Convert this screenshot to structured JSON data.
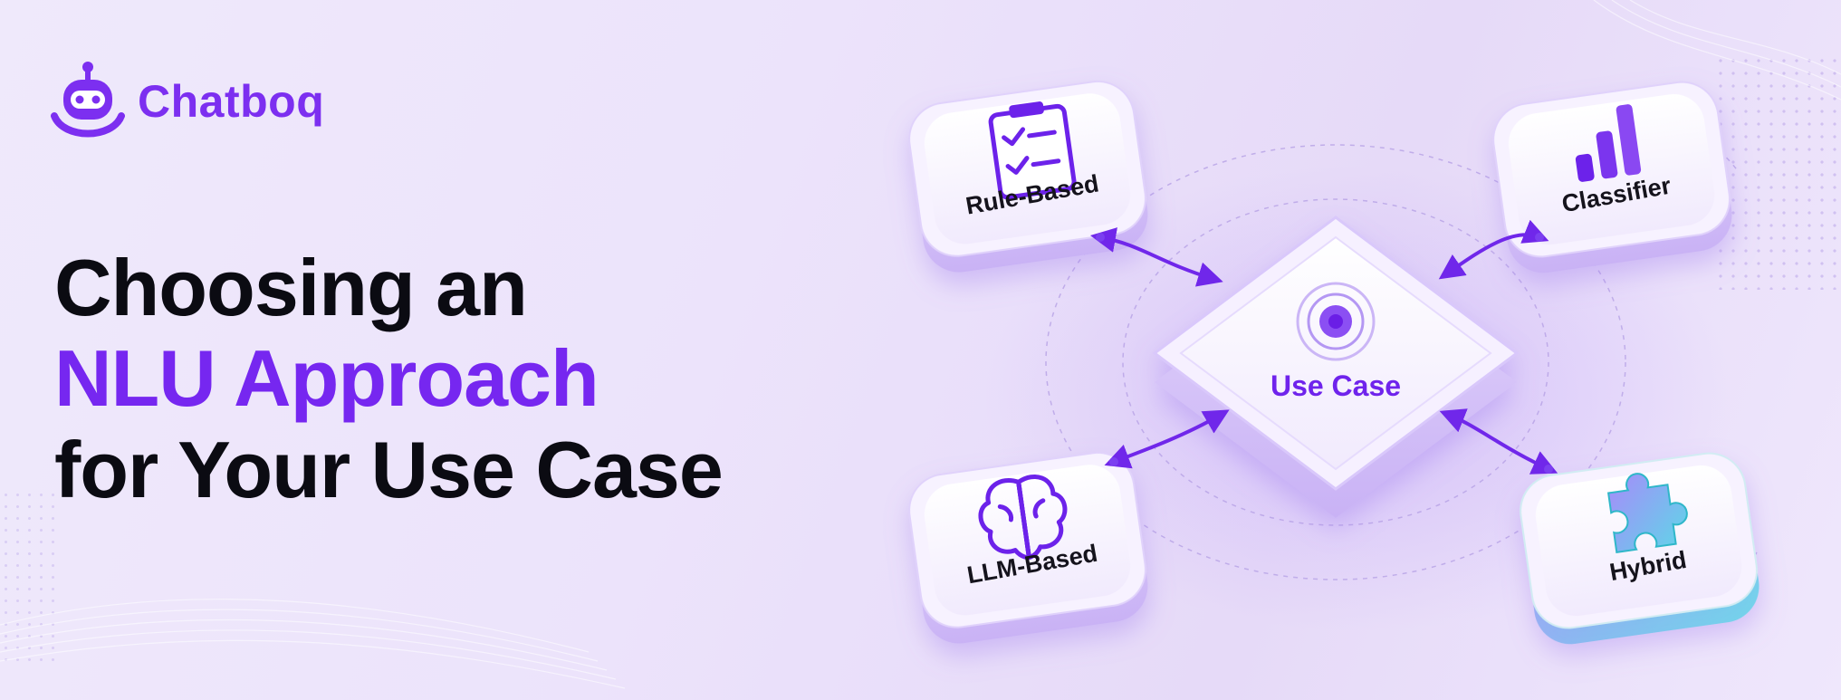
{
  "brand": {
    "name": "Chatboq",
    "color": "#7c2ff0"
  },
  "headline": {
    "line1": "Choosing an",
    "line2": "NLU Approach",
    "line3": "for Your Use Case",
    "accent_color": "#7627f0"
  },
  "diagram": {
    "center": {
      "label": "Use Case",
      "icon": "target-icon"
    },
    "nodes": [
      {
        "label": "Rule-Based",
        "icon": "clipboard-checklist-icon"
      },
      {
        "label": "Classifier",
        "icon": "bar-chart-icon"
      },
      {
        "label": "LLM-Based",
        "icon": "brain-icon"
      },
      {
        "label": "Hybrid",
        "icon": "puzzle-icon"
      }
    ]
  }
}
